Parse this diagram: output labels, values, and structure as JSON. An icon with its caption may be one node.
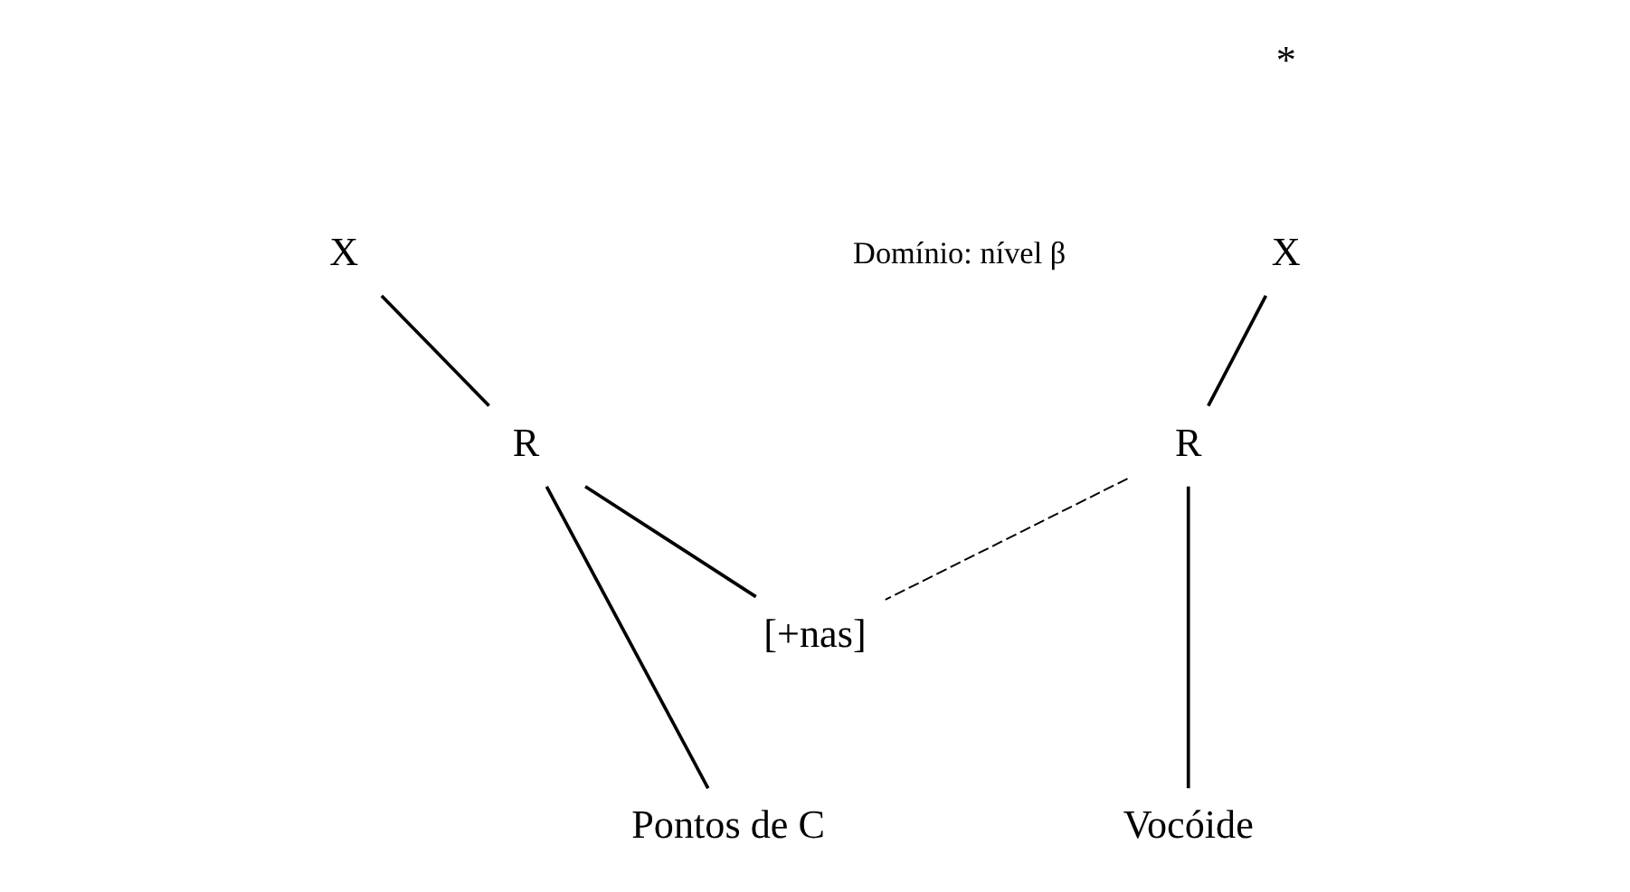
{
  "diagram": {
    "nodes": [
      {
        "text": [
          "X"
        ]
      },
      {
        "text": [
          "X"
        ]
      },
      {
        "text": [
          "R"
        ]
      },
      {
        "text": [
          "R"
        ]
      },
      {
        "text": [
          "[+nas]"
        ]
      },
      {
        "text": [
          "Vocóide"
        ]
      },
      {
        "text": [
          "Pontos de C"
        ]
      }
    ],
    "edges": [
      {
        "from": 0,
        "to": 2,
        "arrow": "none"
      },
      {
        "from": 1,
        "to": 3,
        "arrow": "none"
      },
      {
        "from": 2,
        "to": 5,
        "arrow": "none"
      },
      {
        "from": 2,
        "to": 4,
        "arrow": "none",
        "style": "dashed"
      },
      {
        "from": 3,
        "to": 4,
        "arrow": "none"
      },
      {
        "from": 3,
        "to": 6,
        "arrow": "none"
      }
    ],
    "labels": [
      "*",
      "Domínio: nível β"
    ]
  }
}
